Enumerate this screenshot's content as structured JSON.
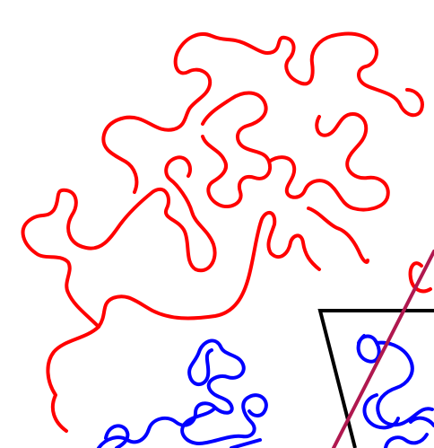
{
  "figure": {
    "background_color": "#ffffff",
    "curves": [
      {
        "name": "red-curve",
        "color": "#ff0000"
      },
      {
        "name": "blue-curve",
        "color": "#0000ff"
      }
    ],
    "polygon": {
      "name": "black-quadrilateral",
      "color": "#000000"
    },
    "line": {
      "name": "diagonal-line",
      "color": "#b0184f"
    }
  }
}
